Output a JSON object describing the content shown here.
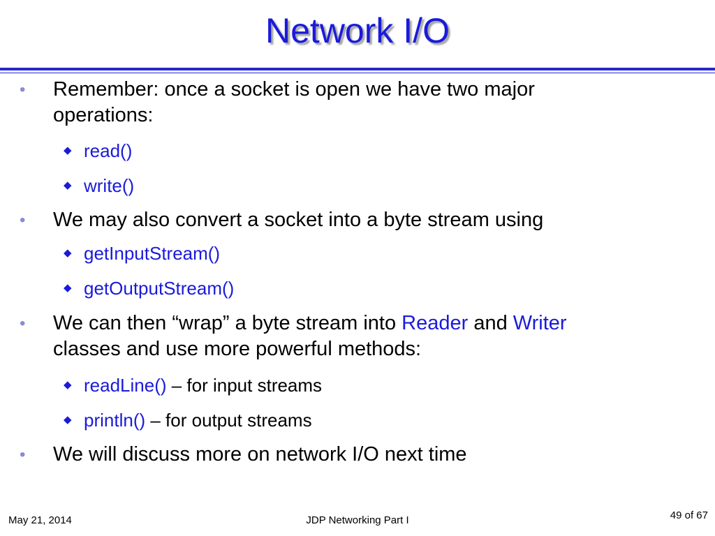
{
  "slide": {
    "title": "Network I/O",
    "bullets": [
      {
        "lines": [
          "Remember: once a socket is open we have two major",
          "operations:"
        ],
        "sub": [
          {
            "code": "read()",
            "text": ""
          },
          {
            "code": "write()",
            "text": ""
          }
        ]
      },
      {
        "lines": [
          "We may also convert a socket into a byte stream using"
        ],
        "sub": [
          {
            "code": "getInputStream()",
            "text": ""
          },
          {
            "code": "getOutputStream()",
            "text": ""
          }
        ]
      },
      {
        "line_a_prefix": "We can then “wrap” a byte stream into ",
        "line_a_reader": "Reader",
        "line_a_and": " and ",
        "line_a_writer": "Writer",
        "line_b": "classes and use more powerful methods:",
        "sub": [
          {
            "code": "readLine()",
            "text": " – for input streams"
          },
          {
            "code": "println()",
            "text": " – for output streams"
          }
        ]
      },
      {
        "lines": [
          "We will discuss more on network I/O next time"
        ]
      }
    ],
    "bullet_glyph": "•",
    "sub_bullet_glyph": "◆"
  },
  "footer": {
    "date": "May 21, 2014",
    "center": "JDP Networking Part I",
    "page": "49 of 67"
  },
  "colors": {
    "title": "#1a1adc",
    "accent": "#1a1adc",
    "rule": "#2828c8",
    "bullet": "#8a8ad8"
  }
}
